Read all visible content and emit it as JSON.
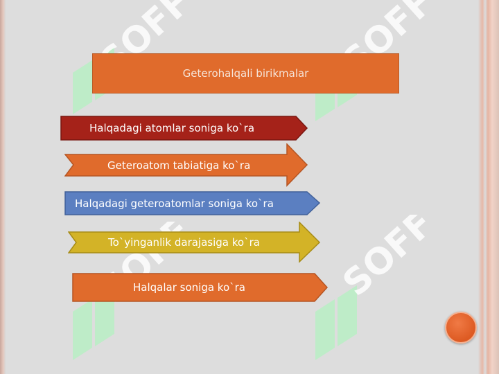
{
  "slide": {
    "title": "Geterohalqali birikmalar",
    "items": [
      {
        "label": "Halqadagi atomlar soniga ko`ra",
        "color": "#a52219",
        "stroke": "#7a1610"
      },
      {
        "label": "Geteroatom tabiatiga ko`ra",
        "color": "#e06b2c",
        "stroke": "#b55523"
      },
      {
        "label": "Halqadagi geteroatomlar soniga ko`ra",
        "color": "#5b7fc1",
        "stroke": "#41619a"
      },
      {
        "label": "To`yinganlik darajasiga ko`ra",
        "color": "#d3b327",
        "stroke": "#a68b17"
      },
      {
        "label": "Halqalar soniga ko`ra",
        "color": "#e06b2c",
        "stroke": "#b55523"
      }
    ],
    "watermark": "SOFF"
  },
  "colors": {
    "background": "#dddddd",
    "accent_orange": "#e06b2c",
    "watermark_white": "#ffffff",
    "watermark_green": "#b6f0c3"
  }
}
